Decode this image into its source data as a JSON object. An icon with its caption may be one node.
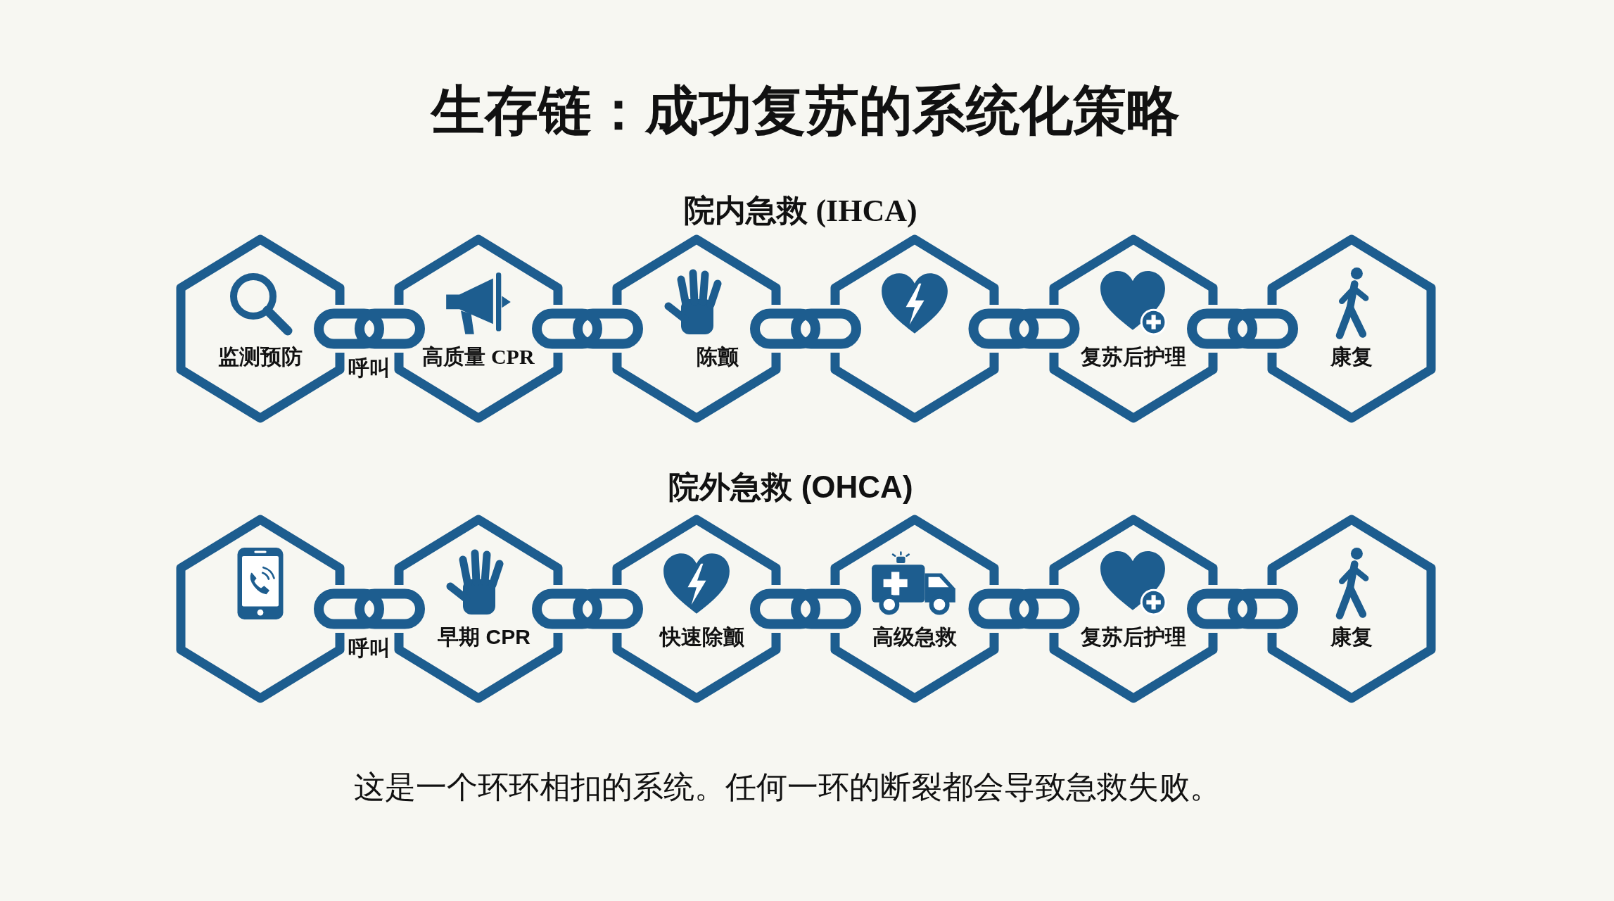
{
  "diagram": {
    "title": "生存链：成功复苏的系统化策略",
    "nodes": [
      {
        "text": [
          "监测预防"
        ]
      },
      {
        "text": [
          "高质量 CPR"
        ]
      },
      {
        "text": [
          "陈颤"
        ]
      },
      {
        "text": [],
        "shape": "hexagon"
      },
      {
        "text": [
          "复苏后护理"
        ]
      },
      {
        "text": [
          "康复"
        ]
      },
      {
        "text": [],
        "shape": "hexagon"
      },
      {
        "text": [
          "早期 CPR"
        ]
      },
      {
        "text": [
          "快速除颤"
        ]
      },
      {
        "text": [
          "高级急救"
        ]
      },
      {
        "text": [
          "复苏后护理"
        ]
      },
      {
        "text": [
          "康复"
        ]
      }
    ],
    "edges": [
      {
        "from": 0,
        "to": 1,
        "arrow": "none"
      },
      {
        "from": 1,
        "to": 2,
        "arrow": "none"
      },
      {
        "from": 2,
        "to": 3,
        "arrow": "none"
      },
      {
        "from": 3,
        "to": 4,
        "arrow": "none"
      },
      {
        "from": 4,
        "to": 5,
        "arrow": "none"
      },
      {
        "from": 6,
        "to": 7,
        "arrow": "none"
      },
      {
        "from": 7,
        "to": 8,
        "arrow": "none"
      },
      {
        "from": 8,
        "to": 9,
        "arrow": "none"
      },
      {
        "from": 9,
        "to": 10,
        "arrow": "none"
      },
      {
        "from": 10,
        "to": 11,
        "arrow": "none"
      }
    ],
    "labels": [
      "院内急救 (IHCA)",
      "呼叫",
      "院外急救 (OHCA)",
      "呼叫"
    ],
    "caption": "这是一个环环相扣的系统。任何一环的断裂都会导致急救失败。"
  }
}
